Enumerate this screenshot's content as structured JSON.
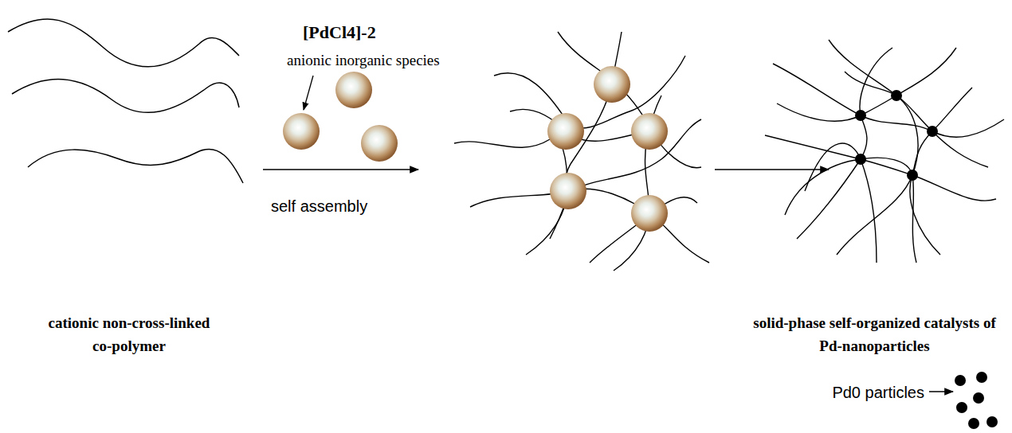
{
  "diagram": {
    "labels": [
      "[PdCl4]-2",
      "anionic inorganic species",
      "self assembly",
      "cationic non-cross-linked co-polymer",
      "solid-phase self-organized catalysts of Pd-nanoparticles",
      "Pd0 particles"
    ]
  }
}
